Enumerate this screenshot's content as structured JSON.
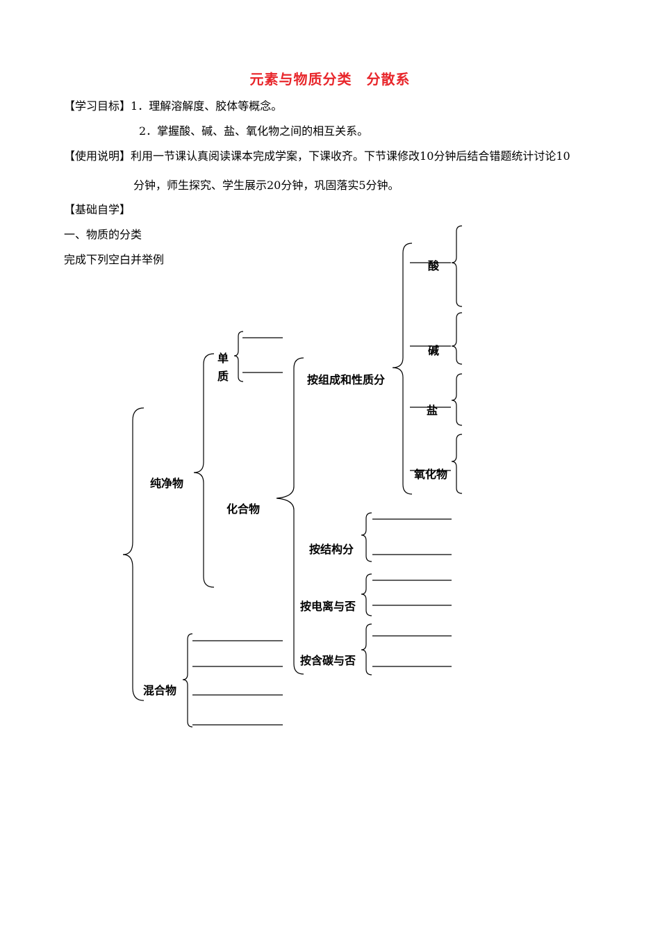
{
  "title": "元素与物质分类　分散系",
  "objectives": {
    "label": "【学习目标】",
    "item1": "1．理解溶解度、胶体等概念。",
    "item2": "2．掌握酸、碱、盐、氧化物之间的相互关系。"
  },
  "usage": {
    "label": "【使用说明】",
    "line1": "利用一节课认真阅读课本完成学案，下课收齐。下节课修改10分钟后结合错题统计讨论10",
    "line2": "分钟，师生探究、学生展示20分钟，巩固落实5分钟。"
  },
  "section_basic": "【基础自学】",
  "section_one": "一、物质的分类",
  "instruction": "完成下列空白并举例",
  "diagram": {
    "pure": "纯净物",
    "mixture": "混合物",
    "element_char1": "单",
    "element_char2": "质",
    "compound": "化合物",
    "by_composition": "按组成和性质分",
    "acid": "酸",
    "base": "碱",
    "salt": "盐",
    "oxide": "氧化物",
    "by_structure": "按结构分",
    "by_ionization": "按电离与否",
    "by_carbon": "按含碳与否"
  }
}
